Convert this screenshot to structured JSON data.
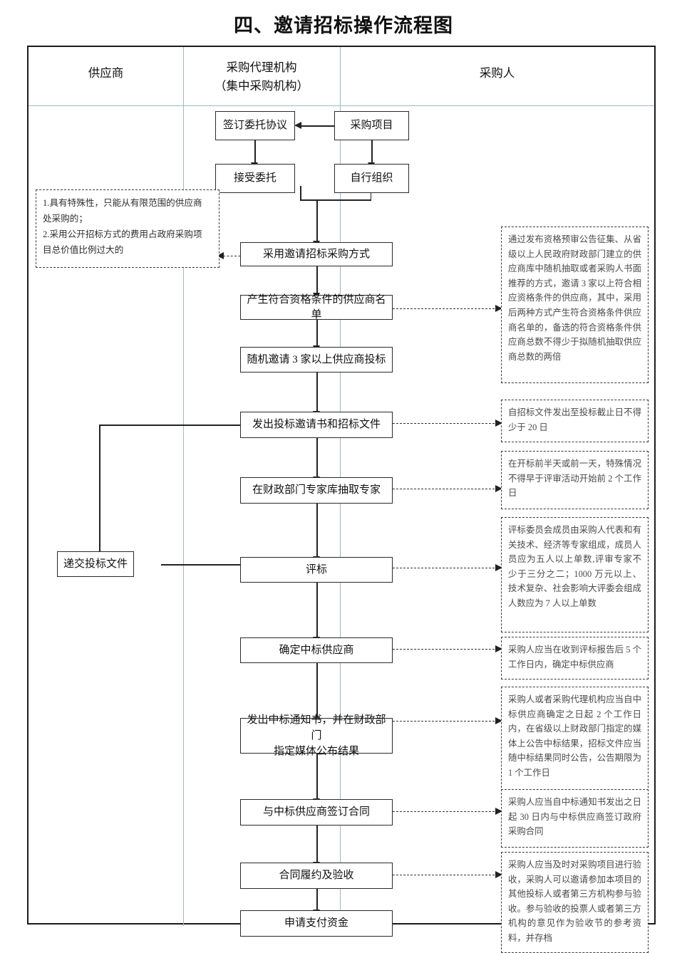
{
  "title": "四、邀请招标操作流程图",
  "lanes": [
    {
      "id": "supplier",
      "label": "供应商"
    },
    {
      "id": "agency",
      "label_line1": "采购代理机构",
      "label_line2": "（集中采购机构）"
    },
    {
      "id": "purchaser",
      "label": "采购人"
    }
  ],
  "nodes": {
    "sign_entrust": "签订委托协议",
    "procurement_project": "采购项目",
    "accept_entrust": "接受委托",
    "self_organize": "自行组织",
    "use_invited_bidding": "采用邀请招标采购方式",
    "generate_qualified_list": "产生符合资格条件的供应商名单",
    "invite_three_suppliers": "随机邀请 3 家以上供应商投标",
    "issue_invitation_docs": "发出投标邀请书和招标文件",
    "draw_experts": "在财政部门专家库抽取专家",
    "submit_bid_docs": "递交投标文件",
    "bid_evaluation": "评标",
    "determine_winner": "确定中标供应商",
    "issue_notice_line1": "发出中标通知书，并在财政部门",
    "issue_notice_line2": "指定媒体公布结果",
    "sign_contract": "与中标供应商签订合同",
    "contract_performance": "合同履约及验收",
    "apply_payment": "申请支付资金"
  },
  "notes": {
    "left_conditions_line1": "1.具有特殊性，只能从有限范围的供应商",
    "left_conditions_line2": "处采购的；",
    "left_conditions_line3": "2.采用公开招标方式的费用占政府采购项",
    "left_conditions_line4": "目总价值比例过大的",
    "qualified_supplier_rule": "通过发布资格预审公告征集、从省级以上人民政府财政部门建立的供应商库中随机抽取或者采购人书面推荐的方式，邀请 3 家以上符合相应资格条件的供应商，其中，采用后两种方式产生符合资格条件供应商名单的，备选的符合资格条件供应商总数不得少于拟随机抽取供应商总数的两倍",
    "bid_deadline_rule": "自招标文件发出至投标截止日不得少于 20 日",
    "expert_draw_rule": "在开标前半天或前一天，特殊情况不得早于评审活动开始前 2 个工作日",
    "committee_rule": "评标委员会成员由采购人代表和有关技术、经济等专家组成，成员人员应为五人以上单数,评审专家不少于三分之二；1000 万元以上、技术复杂、社会影响大评委会组成人数应为 7 人以上单数",
    "winner_rule": "采购人应当在收到评标报告后 5 个工作日内，确定中标供应商",
    "announce_rule": "采购人或者采购代理机构应当自中标供应商确定之日起 2 个工作日内，在省级以上财政部门指定的媒体上公告中标结果，招标文件应当随中标结果同时公告，公告期限为 1 个工作日",
    "contract_rule": "采购人应当自中标通知书发出之日起 30 日内与中标供应商签订政府采购合同",
    "acceptance_rule": "采购人应当及时对采购项目进行验收，采购人可以邀请参加本项目的其他投标人或者第三方机构参与验收。参与验收的投票人或者第三方机构的意见作为验收节的参考资料，并存档"
  },
  "colors": {
    "frame_border": "#1b1b1b",
    "lane_divider": "#9db8cc",
    "box_border": "#2a2a2a",
    "note_border": "#3a3a3a",
    "connector": "#222222",
    "text": "#111111"
  }
}
